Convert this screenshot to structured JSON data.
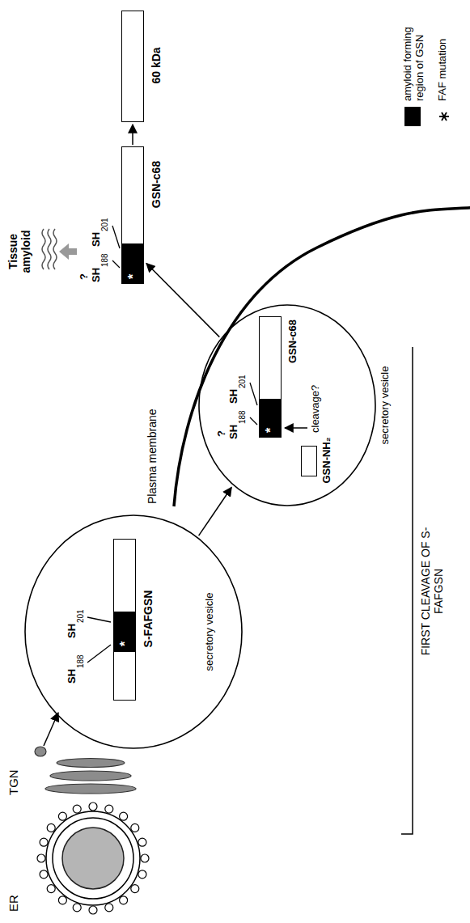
{
  "diagram": {
    "nodes": [
      {
        "text": [
          "secretory vesicle"
        ]
      },
      {
        "text": [
          "S-FAFGSN"
        ],
        "in": 0
      },
      {
        "text": [
          "secretory vesicle"
        ]
      },
      {
        "text": [
          "GSN-NH₂"
        ],
        "in": 2
      },
      {
        "text": [
          "GSN-c68"
        ],
        "in": 2
      },
      {
        "text": [
          "GSN-c68"
        ]
      },
      {
        "text": [
          "60 kDa"
        ]
      }
    ],
    "edges": [
      {
        "from": 0,
        "to": 2,
        "arrow": "to"
      },
      {
        "from": 2,
        "to": 5,
        "arrow": "to"
      },
      {
        "from": 5,
        "to": 6,
        "arrow": "to"
      }
    ],
    "labels": [
      "ER",
      "TGN",
      "Plasma membrane",
      "SH",
      "188",
      "SH",
      "201",
      "*",
      "SH",
      "?",
      "188",
      "SH",
      "201",
      "*",
      "cleavage?",
      "SH",
      "?",
      "188",
      "SH",
      "201",
      "*",
      "Tissue amyloid",
      "FIRST CLEAVAGE OF S-FAFGSN"
    ],
    "legend": [
      {
        "text": "amyloid forming region of GSN",
        "color": "#000000"
      },
      {
        "text": "FAF mutation"
      }
    ]
  }
}
